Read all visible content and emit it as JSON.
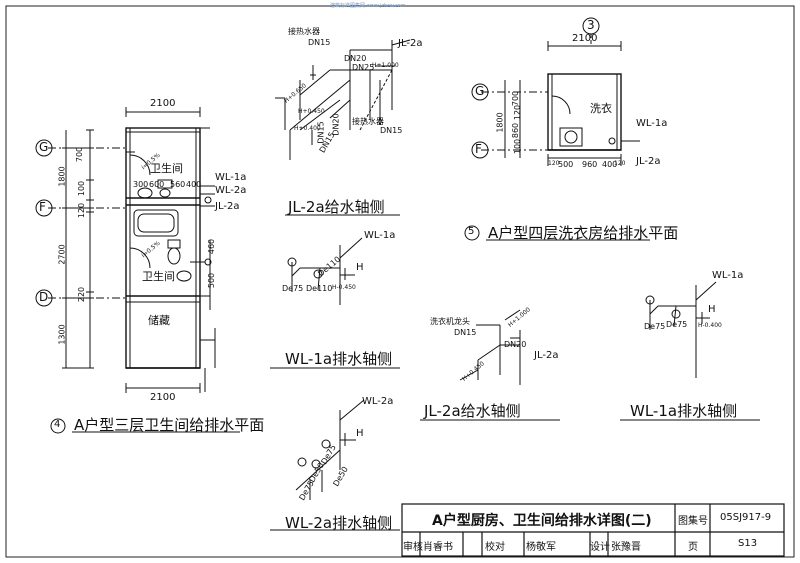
{
  "watermark": "建筑标准图集网 www.jzbzw.com",
  "plan4": {
    "dim_top": "2100",
    "dim_bottom": "2100",
    "axes": [
      "G",
      "F",
      "D"
    ],
    "left_dims": [
      "700",
      "100",
      "1800",
      "120",
      "2700",
      "220",
      "1300"
    ],
    "room_bath_upper": "卫生间",
    "room_bath_lower": "卫生间",
    "room_storage": "储藏",
    "fixture_dims": [
      "300",
      "600",
      "560",
      "400"
    ],
    "right_dims": [
      "460",
      "500"
    ],
    "i_label_1": "i=0.5%",
    "i_label_2": "i=0.5%",
    "pipes": [
      "WL-1a",
      "WL-2a",
      "JL-2a"
    ],
    "caption_num": "4",
    "caption": "A户型三层卫生间给排水平面"
  },
  "jl2a_top": {
    "labels": [
      "接热水器",
      "DN15",
      "DN20",
      "DN25",
      "JL-2a",
      "H+1.000",
      "H+0.650",
      "H+0.450",
      "H+0.400",
      "DN15",
      "DN20",
      "DN15",
      "接热水器",
      "DN15"
    ],
    "caption": "JL-2a给水轴侧"
  },
  "wl1a_mid": {
    "labels": [
      "WL-1a",
      "H",
      "De75",
      "De110",
      "De110",
      "H-0.450"
    ],
    "caption": "WL-1a排水轴侧"
  },
  "wl2a_bottom": {
    "labels": [
      "WL-2a",
      "H",
      "De75",
      "De75",
      "De50",
      "De50"
    ],
    "caption": "WL-2a排水轴侧"
  },
  "plan5": {
    "axis_top": "3",
    "dim_top": "2100",
    "axes": [
      "G",
      "F"
    ],
    "left_dims": [
      "700",
      "120",
      "1800",
      "860",
      "100"
    ],
    "room": "洗衣",
    "bottom_dims": [
      "120",
      "500",
      "960",
      "400",
      "120"
    ],
    "pipes": [
      "WL-1a",
      "JL-2a"
    ],
    "caption_num": "5",
    "caption": "A户型四层洗衣房给排水平面"
  },
  "jl2a_right": {
    "labels": [
      "洗衣机龙头",
      "DN15",
      "DN20",
      "JL-2a",
      "H+1.000",
      "H+0.450"
    ],
    "caption": "JL-2a给水轴侧"
  },
  "wl1a_right": {
    "labels": [
      "WL-1a",
      "H",
      "De75",
      "De75",
      "H-0.400"
    ],
    "caption": "WL-1a排水轴侧"
  },
  "title_block": {
    "title": "A户型厨房、卫生间给排水详图(二)",
    "atlas_label": "图集号",
    "atlas_value": "05SJ917-9",
    "review_label": "审核",
    "review_name": "肖睿书",
    "check_label": "校对",
    "check_name": "杨敬军",
    "design_label": "设计",
    "design_name": "张豫晋",
    "page_label": "页",
    "page_value": "S13"
  }
}
